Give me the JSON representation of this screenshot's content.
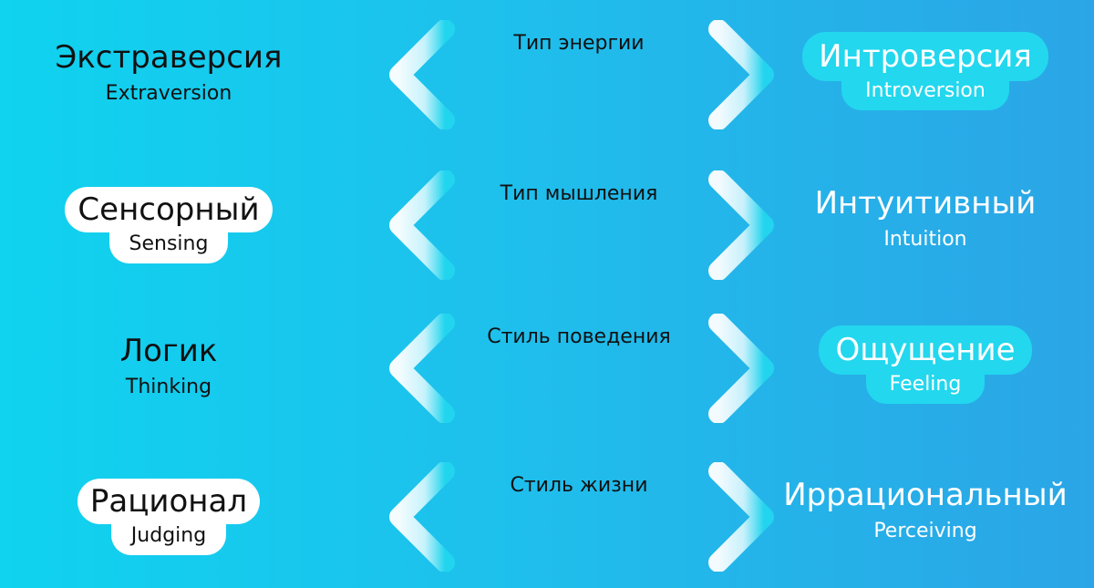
{
  "rows": [
    {
      "axis": "Тип энергии",
      "left": {
        "ru": "Экстраверсия",
        "en": "Extraversion"
      },
      "right": {
        "ru": "Интроверсия",
        "en": "Introversion"
      }
    },
    {
      "axis": "Тип мышления",
      "left": {
        "ru": "Сенсорный",
        "en": "Sensing"
      },
      "right": {
        "ru": "Интуитивный",
        "en": "Intuition"
      }
    },
    {
      "axis": "Стиль поведения",
      "left": {
        "ru": "Логик",
        "en": "Thinking"
      },
      "right": {
        "ru": "Ощущение",
        "en": "Feeling"
      }
    },
    {
      "axis": "Стиль жизни",
      "left": {
        "ru": "Рационал",
        "en": "Judging"
      },
      "right": {
        "ru": "Иррациональный",
        "en": "Perceiving"
      }
    }
  ],
  "colors": {
    "background_start": "#0fd3ef",
    "background_end": "#2ba5e6",
    "arrow": "#ffffff",
    "arrow_fade": "#22d7ee",
    "highlight_white": "#ffffff",
    "highlight_cyan": "#22d7ee"
  }
}
